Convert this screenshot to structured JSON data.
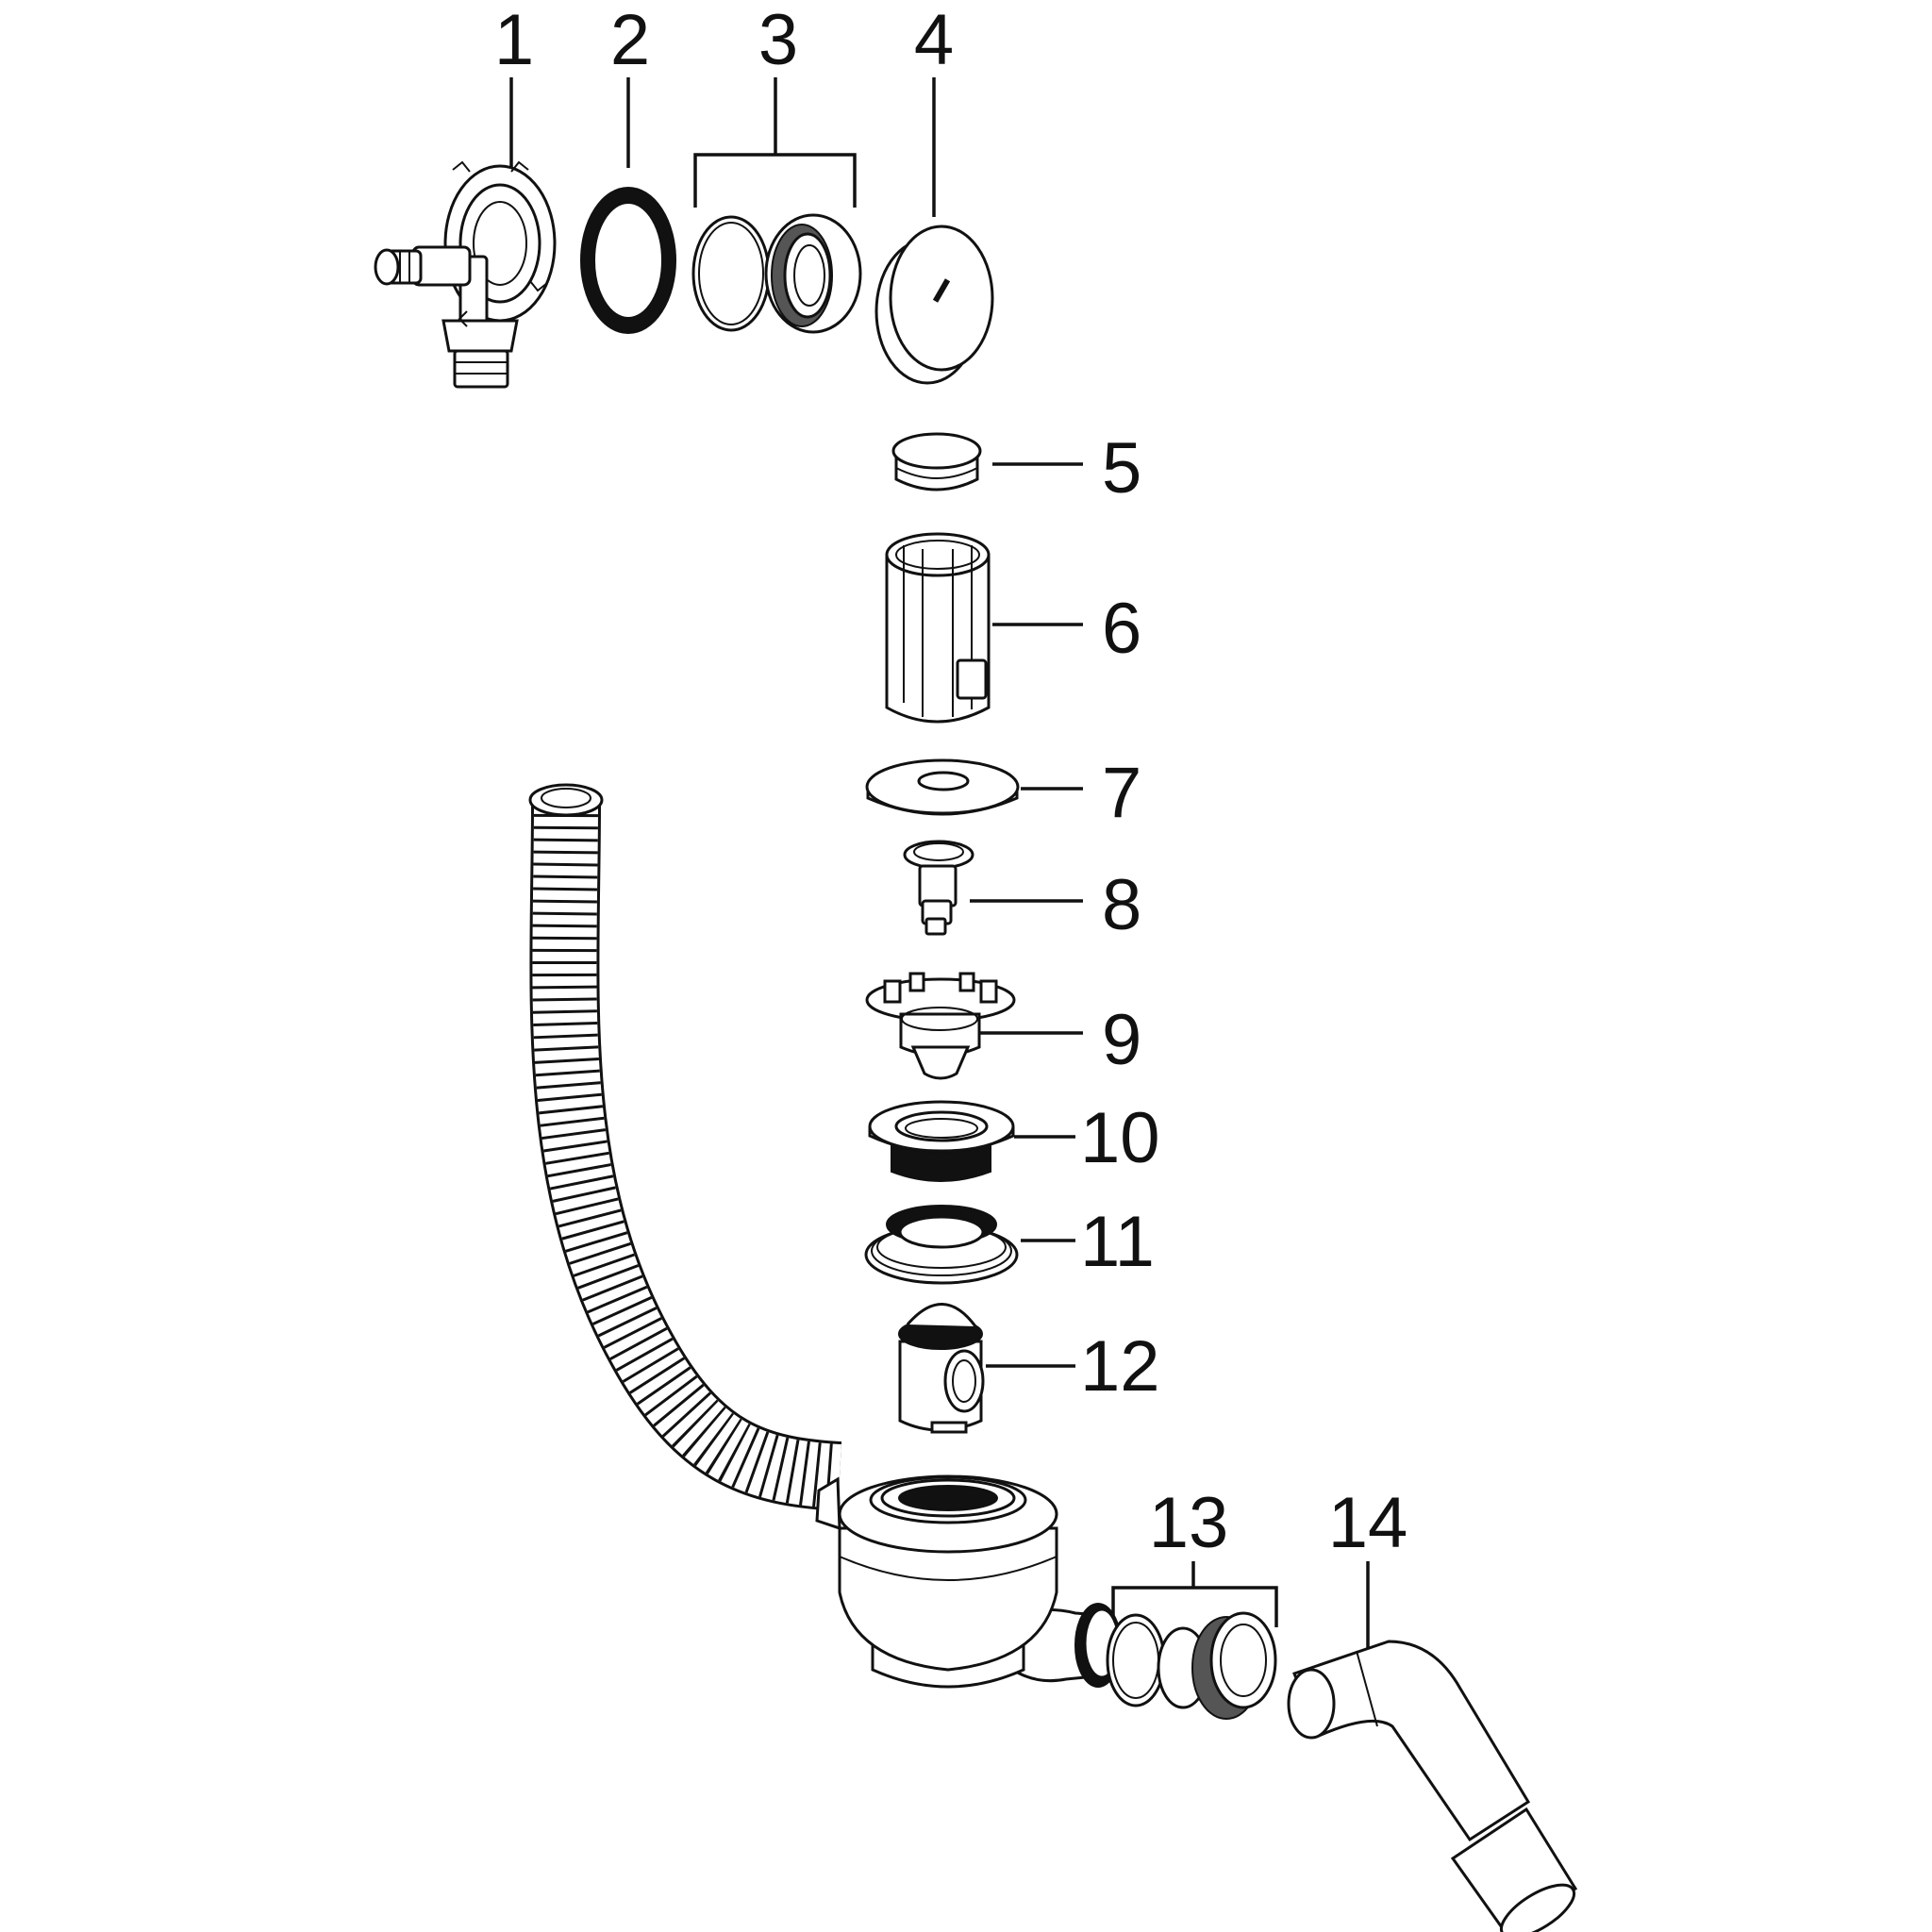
{
  "parts": [
    {
      "number": "1"
    },
    {
      "number": "2"
    },
    {
      "number": "3"
    },
    {
      "number": "4"
    },
    {
      "number": "5"
    },
    {
      "number": "6"
    },
    {
      "number": "7"
    },
    {
      "number": "8"
    },
    {
      "number": "9"
    },
    {
      "number": "10"
    },
    {
      "number": "11"
    },
    {
      "number": "12"
    },
    {
      "number": "13"
    },
    {
      "number": "14"
    }
  ],
  "colors": {
    "line": "#111111",
    "background": "#ffffff"
  },
  "icons": [
    "overflow-elbow-icon",
    "flat-gasket-icon",
    "o-ring-icon",
    "overflow-rosette-icon",
    "overflow-cover-icon",
    "cap-icon",
    "cartridge-icon",
    "washer-icon",
    "plug-stem-icon",
    "clip-housing-icon",
    "waste-flange-icon",
    "conical-gasket-icon",
    "strainer-icon",
    "trap-body-icon",
    "corrugated-hose-icon",
    "union-nut-icon",
    "bent-pipe-icon"
  ]
}
